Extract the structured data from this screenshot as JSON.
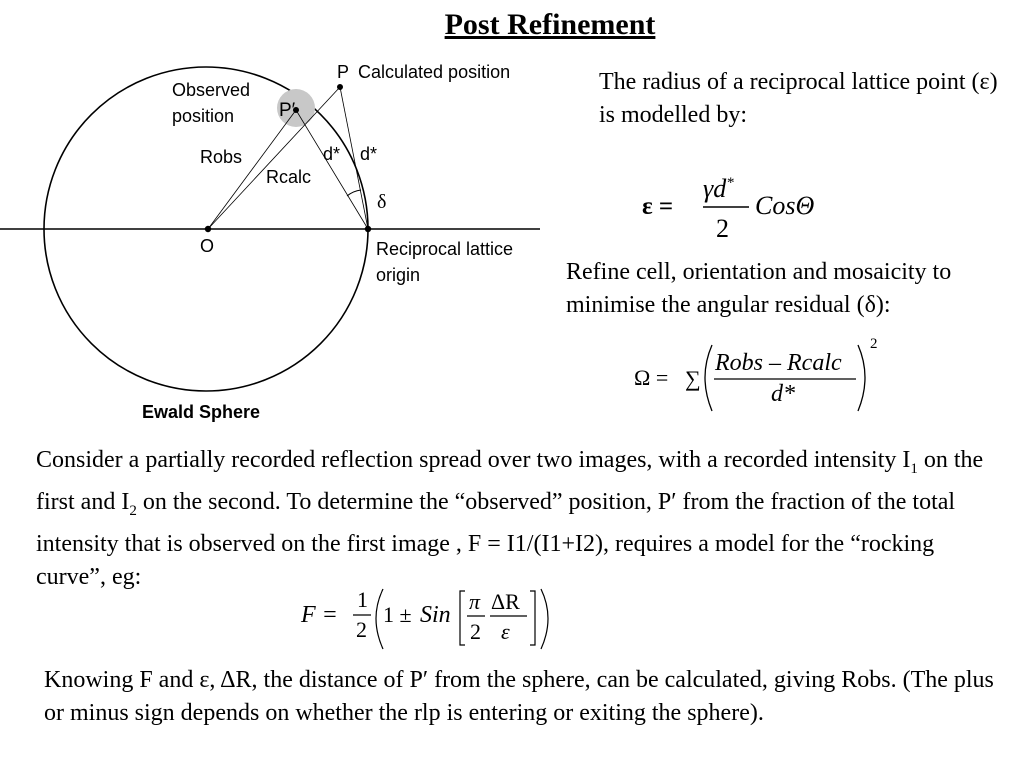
{
  "slide": {
    "title": "Post Refinement"
  },
  "diagram": {
    "label_observed_line1": "Observed",
    "label_observed_line2": "position",
    "label_p_prime": "P′",
    "label_p": "P",
    "label_calculated": "Calculated position",
    "label_robs": "Robs",
    "label_rcalc": "Rcalc",
    "label_dstar_1": "d*",
    "label_dstar_2": "d*",
    "label_delta": "δ",
    "label_o": "O",
    "label_origin_line1": "Reciprocal lattice",
    "label_origin_line2": "origin",
    "caption": "Ewald Sphere"
  },
  "text": {
    "intro": "The radius of a reciprocal lattice point (ε) is modelled by:",
    "refine": "Refine cell, orientation and mosaicity to minimise the angular residual (δ):",
    "consider_part1": "Consider a partially recorded reflection spread over two images, with a recorded intensity I",
    "consider_sub1": "1",
    "consider_part2": " on the first and I",
    "consider_sub2": "2",
    "consider_part3": " on the second. To determine the “observed” position, P′ from the fraction of the total intensity that is observed on the first image , F = I1/(I1+I2), requires a model for the “rocking curve”, eg:",
    "knowing": "Knowing F and ε, ΔR, the distance of P′ from the sphere, can be calculated, giving Robs. (The plus or minus sign depends on whether the rlp is entering or exiting the sphere)."
  },
  "equations": {
    "epsilon": {
      "lhs": "ε =",
      "numerator": "γd",
      "numerator_sup": "*",
      "denominator": "2",
      "trailing": "CosΘ"
    },
    "omega": {
      "lhs": "Ω =",
      "sum": "∑",
      "numerator": "Robs – Rcalc",
      "denominator": "d*",
      "power": "2"
    },
    "rocking": {
      "lhs": "F =",
      "half_num": "1",
      "half_den": "2",
      "one_pm": "1 ±",
      "sin": "Sin",
      "pi": "π",
      "two": "2",
      "delta_r": "ΔR",
      "eps": "ε"
    }
  }
}
